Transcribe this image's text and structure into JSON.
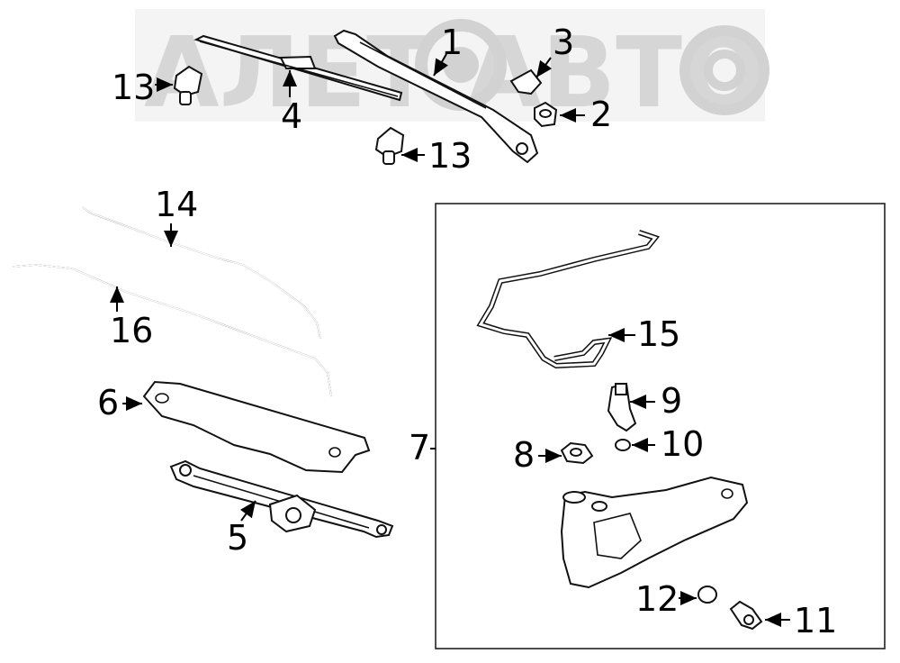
{
  "watermark": {
    "text": "АЛЕТ АВТО"
  },
  "callouts": {
    "c1": "1",
    "c2": "2",
    "c3": "3",
    "c4": "4",
    "c5": "5",
    "c6": "6",
    "c7": "7",
    "c8": "8",
    "c9": "9",
    "c10": "10",
    "c11": "11",
    "c12": "12",
    "c13a": "13",
    "c13b": "13",
    "c14": "14",
    "c15": "15",
    "c16": "16"
  },
  "colors": {
    "line": "#111111",
    "watermark": "#d6d6d6",
    "background": "#ffffff"
  }
}
